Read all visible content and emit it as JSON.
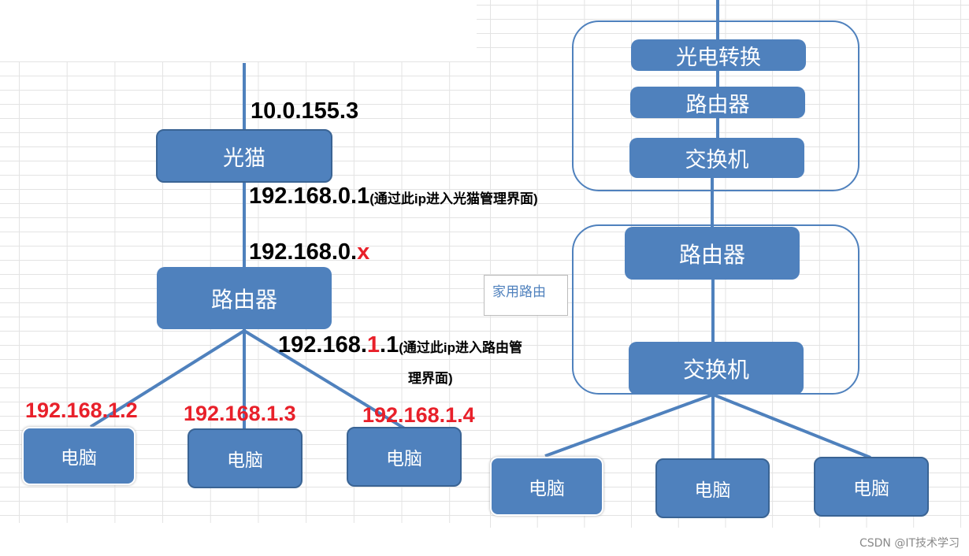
{
  "left_diagram": {
    "wan_ip": "10.0.155.3",
    "modem_label": "光猫",
    "modem_lan_ip": "192.168.0.1",
    "modem_lan_note": "(通过此ip进入光猫管理界面)",
    "router_wan_ip_prefix": "192.168.0.",
    "router_wan_ip_suffix": "x",
    "router_label": "路由器",
    "router_lan_ip_a": "192.168.",
    "router_lan_ip_b": "1",
    "router_lan_ip_c": ".1",
    "router_lan_note_1": "(通过此ip进入路由管",
    "router_lan_note_2": "理界面)",
    "pcs": [
      {
        "ip": "192.168.1.2",
        "label": "电脑"
      },
      {
        "ip": "192.168.1.3",
        "label": "电脑"
      },
      {
        "ip": "192.168.1.4",
        "label": "电脑"
      }
    ]
  },
  "right_diagram": {
    "modem_group": [
      "光电转换",
      "路由器",
      "交换机"
    ],
    "home_router_tag": "家用路由",
    "home_router_group": [
      "路由器",
      "交换机"
    ],
    "pcs": [
      "电脑",
      "电脑",
      "电脑"
    ]
  },
  "watermark": "CSDN @IT技术学习",
  "colors": {
    "node": "#4f81bd",
    "highlight": "#e8202a"
  }
}
